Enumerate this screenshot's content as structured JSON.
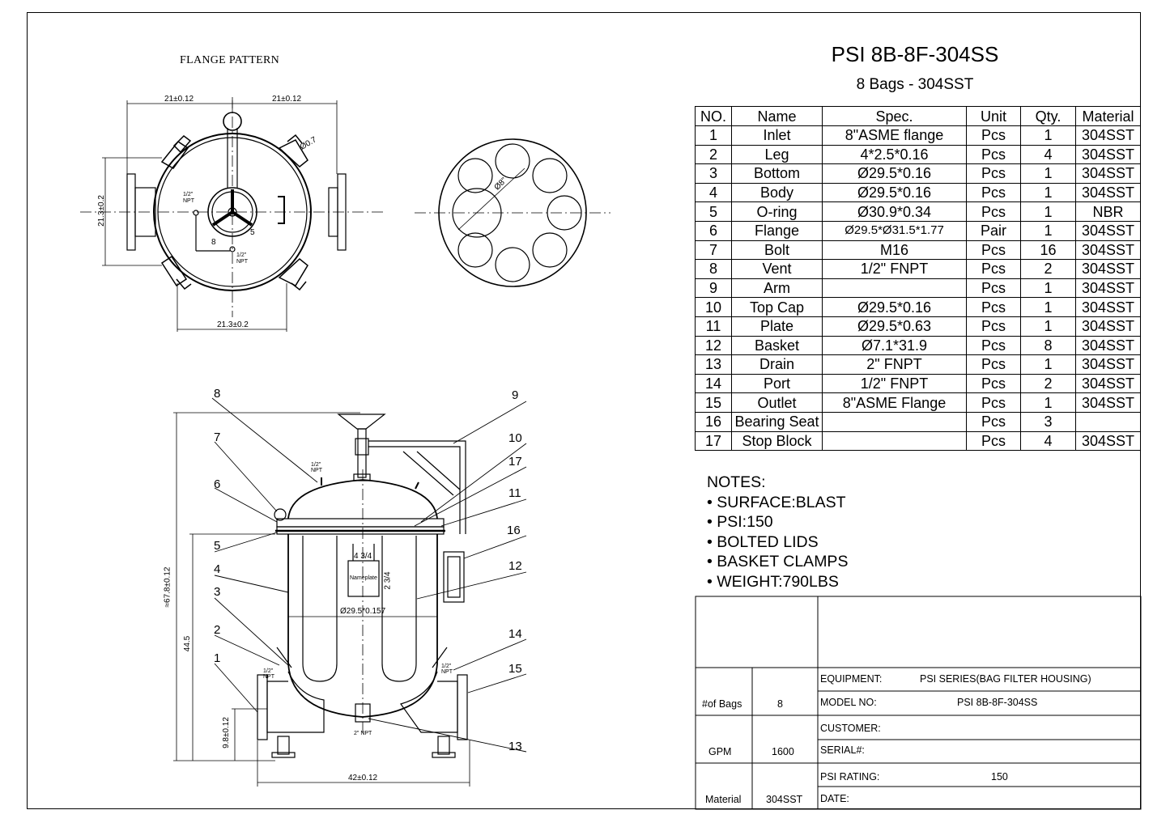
{
  "header": {
    "title": "PSI 8B-8F-304SS",
    "subtitle": "8 Bags - 304SST"
  },
  "flange_pattern": {
    "label": "FLANGE PATTERN",
    "dims": {
      "top_left": "21±0.12",
      "top_right": "21±0.12",
      "side": "21.3±0.2",
      "bottom": "21.3±0.2",
      "hole": "Ø0.7",
      "npt_1": "1/2\"\nNPT",
      "npt_2": "1/2\"\nNPT",
      "d8": "8",
      "d5": "5"
    }
  },
  "basket_layout": {
    "dim": "Ø8\""
  },
  "elevation": {
    "dims": {
      "overall": "≈67.8±0.12",
      "height": "44.5",
      "inlet_height": "9.8±0.12",
      "width": "42±0.12",
      "body": "Ø29.5*0.157",
      "nameplate": "Nameplate",
      "np_w": "4 3/4",
      "np_h": "2 3/4",
      "npt_top": "1/2\" NPT",
      "npt_left": "1/2\" NPT",
      "npt_right": "1/2\" NPT",
      "drain": "2\" NPT"
    },
    "callouts": [
      "8",
      "7",
      "6",
      "5",
      "4",
      "3",
      "2",
      "1",
      "9",
      "10",
      "17",
      "11",
      "16",
      "12",
      "14",
      "15",
      "13"
    ]
  },
  "parts_table": {
    "headers": [
      "NO.",
      "Name",
      "Spec.",
      "Unit",
      "Qty.",
      "Material"
    ],
    "rows": [
      [
        "1",
        "Inlet",
        "8\"ASME flange",
        "Pcs",
        "1",
        "304SST"
      ],
      [
        "2",
        "Leg",
        "4*2.5*0.16",
        "Pcs",
        "4",
        "304SST"
      ],
      [
        "3",
        "Bottom",
        "Ø29.5*0.16",
        "Pcs",
        "1",
        "304SST"
      ],
      [
        "4",
        "Body",
        "Ø29.5*0.16",
        "Pcs",
        "1",
        "304SST"
      ],
      [
        "5",
        "O-ring",
        "Ø30.9*0.34",
        "Pcs",
        "1",
        "NBR"
      ],
      [
        "6",
        "Flange",
        "Ø29.5*Ø31.5*1.77",
        "Pair",
        "1",
        "304SST"
      ],
      [
        "7",
        "Bolt",
        "M16",
        "Pcs",
        "16",
        "304SST"
      ],
      [
        "8",
        "Vent",
        "1/2\" FNPT",
        "Pcs",
        "2",
        "304SST"
      ],
      [
        "9",
        "Arm",
        "",
        "Pcs",
        "1",
        "304SST"
      ],
      [
        "10",
        "Top Cap",
        "Ø29.5*0.16",
        "Pcs",
        "1",
        "304SST"
      ],
      [
        "11",
        "Plate",
        "Ø29.5*0.63",
        "Pcs",
        "1",
        "304SST"
      ],
      [
        "12",
        "Basket",
        "Ø7.1*31.9",
        "Pcs",
        "8",
        "304SST"
      ],
      [
        "13",
        "Drain",
        "2\" FNPT",
        "Pcs",
        "1",
        "304SST"
      ],
      [
        "14",
        "Port",
        "1/2\" FNPT",
        "Pcs",
        "2",
        "304SST"
      ],
      [
        "15",
        "Outlet",
        "8\"ASME Flange",
        "Pcs",
        "1",
        "304SST"
      ],
      [
        "16",
        "Bearing Seat",
        "",
        "Pcs",
        "3",
        ""
      ],
      [
        "17",
        "Stop Block",
        "",
        "Pcs",
        "4",
        "304SST"
      ]
    ]
  },
  "notes": {
    "heading": "NOTES:",
    "items": [
      "SURFACE:BLAST",
      "PSI:150",
      "BOLTED LIDS",
      "BASKET CLAMPS",
      "WEIGHT:790LBS"
    ]
  },
  "title_block": {
    "equipment_label": "EQUIPMENT:",
    "equipment_value": "PSI SERIES(BAG FILTER HOUSING)",
    "model_label": "MODEL NO:",
    "model_value": "PSI 8B-8F-304SS",
    "customer_label": "CUSTOMER:",
    "serial_label": "SERIAL#:",
    "rating_label": "PSI RATING:",
    "rating_value": "150",
    "date_label": "DATE:",
    "bags_label": "#of Bags",
    "bags_value": "8",
    "gpm_label": "GPM",
    "gpm_value": "1600",
    "material_label": "Material",
    "material_value": "304SST"
  }
}
